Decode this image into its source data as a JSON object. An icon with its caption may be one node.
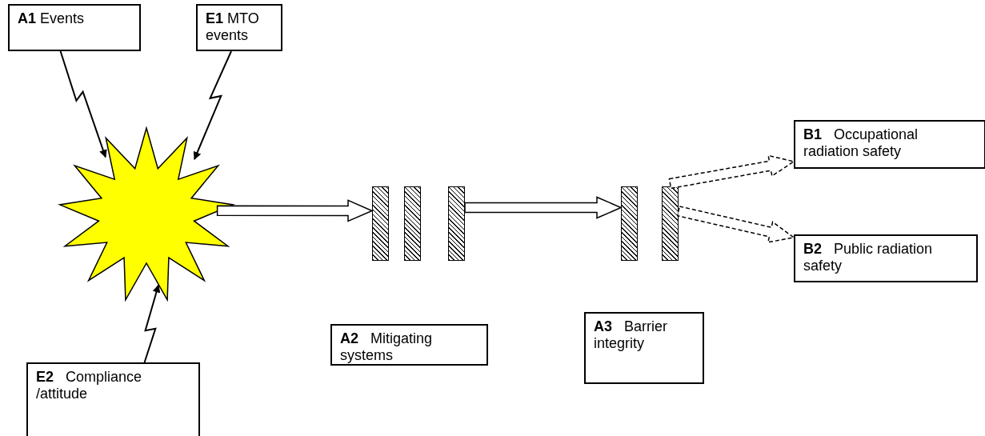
{
  "diagram": {
    "nodes": [
      {
        "text": [
          "**A1** Events"
        ]
      },
      {
        "text": [
          "**E1** MTO events"
        ]
      },
      {
        "text": [],
        "shape": "star"
      },
      {
        "text": [],
        "shape": "bar"
      },
      {
        "text": [],
        "shape": "bar"
      },
      {
        "text": [],
        "shape": "bar"
      },
      {
        "text": [],
        "shape": "bar"
      },
      {
        "text": [],
        "shape": "bar"
      },
      {
        "text": [
          "**B1**   Occupational radiation safety"
        ]
      },
      {
        "text": [
          "**B2**   Public radiation safety"
        ]
      },
      {
        "text": [
          "**A2**   Mitigating systems"
        ]
      },
      {
        "text": [
          "**A3**   Barrier integrity"
        ]
      },
      {
        "text": [
          "**E2**   Compliance /attitude"
        ]
      }
    ],
    "edges": [
      {
        "from": 0,
        "to": 2,
        "arrow": "to"
      },
      {
        "from": 1,
        "to": 2,
        "arrow": "to"
      },
      {
        "from": 12,
        "to": 2,
        "arrow": "to"
      },
      {
        "from": 2,
        "to": 3,
        "arrow": "to"
      },
      {
        "from": 5,
        "to": 6,
        "arrow": "to"
      },
      {
        "from": 7,
        "to": 8,
        "arrow": "to",
        "style": "dashed"
      },
      {
        "from": 7,
        "to": 9,
        "arrow": "to",
        "style": "dashed"
      }
    ]
  }
}
